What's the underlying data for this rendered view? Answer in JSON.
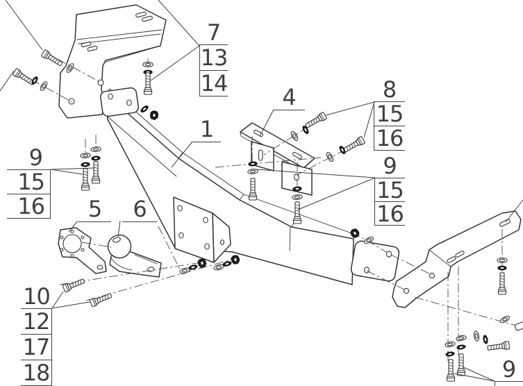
{
  "figure": {
    "description": "Exploded-view technical drawing of a vehicle towbar hitch assembly with crossbeam, mounting brackets, tow ball and fasteners",
    "ink_color": "#333333",
    "fastener_fill": "#1d1d1d",
    "paper_color": "#ffffff"
  },
  "part_labels": {
    "crossbeam": "1",
    "center_bracket": "4",
    "bumper_plate": "5",
    "tow_ball": "6"
  },
  "callout_stacks": {
    "top": {
      "head": "7",
      "rows": [
        "13",
        "14"
      ]
    },
    "right_upper": {
      "head": "8",
      "rows": [
        "15",
        "16"
      ]
    },
    "right_middle": {
      "head": "9",
      "rows": [
        "15",
        "16"
      ]
    },
    "left": {
      "head": "9",
      "rows": [
        "15",
        "16"
      ]
    },
    "bottom_left": {
      "head": "10",
      "rows": [
        "12",
        "17",
        "18"
      ]
    },
    "bottom_right": {
      "head": "9",
      "rows": []
    }
  }
}
